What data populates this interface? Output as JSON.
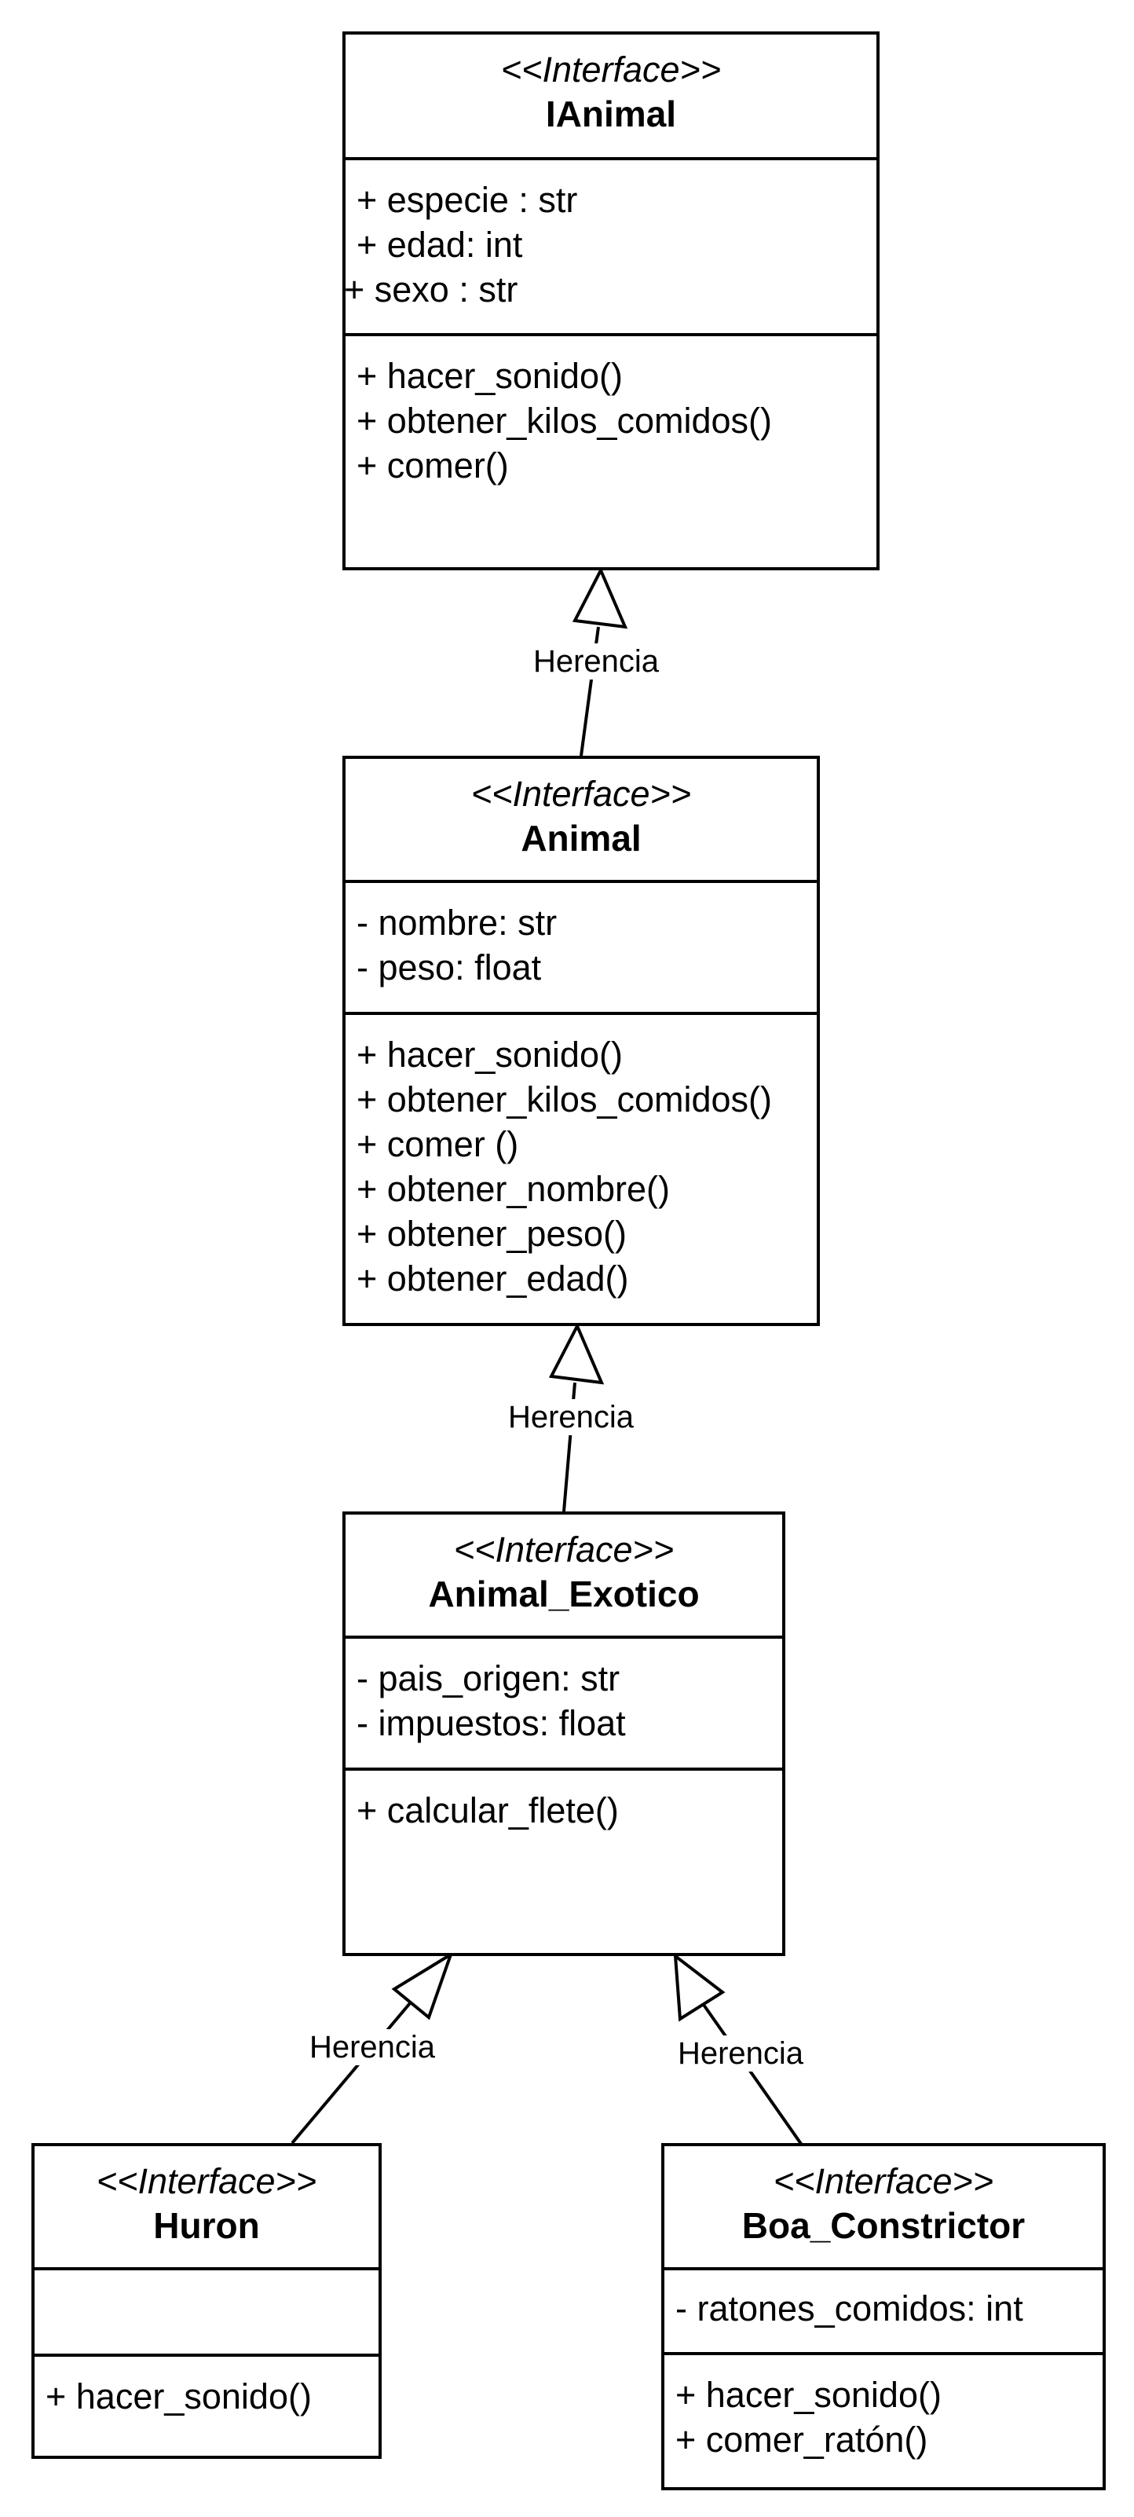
{
  "classes": {
    "ianimal": {
      "stereotype": "<<Interface>>",
      "name": "IAnimal",
      "attributes": [
        "+ especie : str",
        "+ edad: int",
        "+ sexo : str"
      ],
      "methods": [
        "+ hacer_sonido()",
        "+ obtener_kilos_comidos()",
        "+ comer()"
      ]
    },
    "animal": {
      "stereotype": "<<Interface>>",
      "name": "Animal",
      "attributes": [
        "- nombre: str",
        "- peso: float"
      ],
      "methods": [
        "+ hacer_sonido()",
        "+ obtener_kilos_comidos()",
        "+ comer ()",
        "+ obtener_nombre()",
        "+ obtener_peso()",
        "+ obtener_edad()"
      ]
    },
    "exotico": {
      "stereotype": "<<Interface>>",
      "name": "Animal_Exotico",
      "attributes": [
        "- pais_origen: str",
        "- impuestos: float"
      ],
      "methods": [
        "+ calcular_flete()"
      ]
    },
    "huron": {
      "stereotype": "<<Interface>>",
      "name": "Huron",
      "attributes": [],
      "methods": [
        "+ hacer_sonido()"
      ]
    },
    "boa": {
      "stereotype": "<<Interface>>",
      "name": "Boa_Constrictor",
      "attributes": [
        "- ratones_comidos: int"
      ],
      "methods": [
        "+ hacer_sonido()",
        "+ comer_ratón()"
      ]
    }
  },
  "relations": [
    {
      "from": "animal",
      "to": "ianimal",
      "label": "Herencia"
    },
    {
      "from": "exotico",
      "to": "animal",
      "label": "Herencia"
    },
    {
      "from": "huron",
      "to": "exotico",
      "label": "Herencia"
    },
    {
      "from": "boa",
      "to": "exotico",
      "label": "Herencia"
    }
  ]
}
